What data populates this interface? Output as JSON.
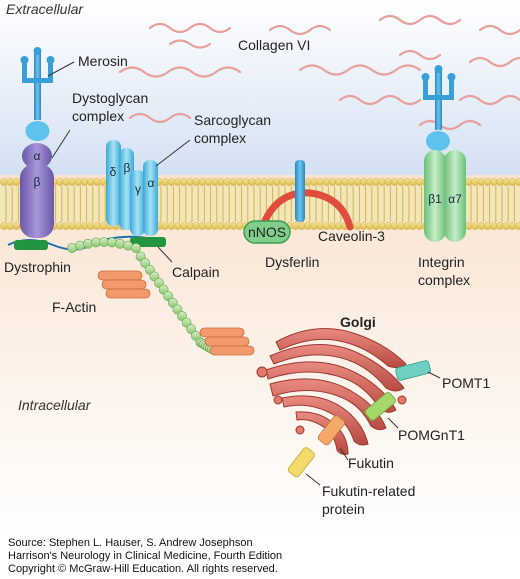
{
  "regions": {
    "extracellular": "Extracellular",
    "intracellular": "Intracellular"
  },
  "labels": {
    "collagen": "Collagen VI",
    "merosin": "Merosin",
    "dystroglycan_1": "Dystoglycan",
    "dystroglycan_2": "complex",
    "sarcoglycan_1": "Sarcoglycan",
    "sarcoglycan_2": "complex",
    "alpha": "α",
    "beta": "β",
    "delta": "δ",
    "gamma": "γ",
    "nnos": "nNOS",
    "caveolin": "Caveolin-3",
    "dysferlin": "Dysferlin",
    "beta1": "β1",
    "alpha7": "α7",
    "integrin_1": "Integrin",
    "integrin_2": "complex",
    "dystrophin": "Dystrophin",
    "calpain": "Calpain",
    "factin": "F-Actin",
    "golgi": "Golgi",
    "pomt1": "POMT1",
    "pomgnt1": "POMGnT1",
    "fukutin": "Fukutin",
    "frp_1": "Fukutin-related",
    "frp_2": "protein"
  },
  "source": {
    "line1": "Source: Stephen L. Hauser, S. Andrew Josephson",
    "line2": "Harrison's Neurology in Clinical Medicine, Fourth Edition",
    "line3": "Copyright © McGraw-Hill Education. All rights reserved."
  },
  "colors": {
    "extracellular_bg": "#dde7f4",
    "intracellular_bg": "#fbe9da",
    "membrane_head": "#f0d777",
    "membrane_tail": "#e7d27a",
    "collagen": "#e89a96",
    "blue_protein": "#3a9fd6",
    "sarcoglycan": "#5cc0e3",
    "dystroglycan": "#8b75c1",
    "integrin": "#8fd19a",
    "dystrophin": "#1f8a3d",
    "actin": "#f09060",
    "caveolin": "#e04d3c",
    "golgi": "#d9655a",
    "pomt1": "#6fcfc0",
    "pomgnt1": "#a4d86a",
    "fukutin": "#f5a86a",
    "frp": "#f3da6a"
  }
}
